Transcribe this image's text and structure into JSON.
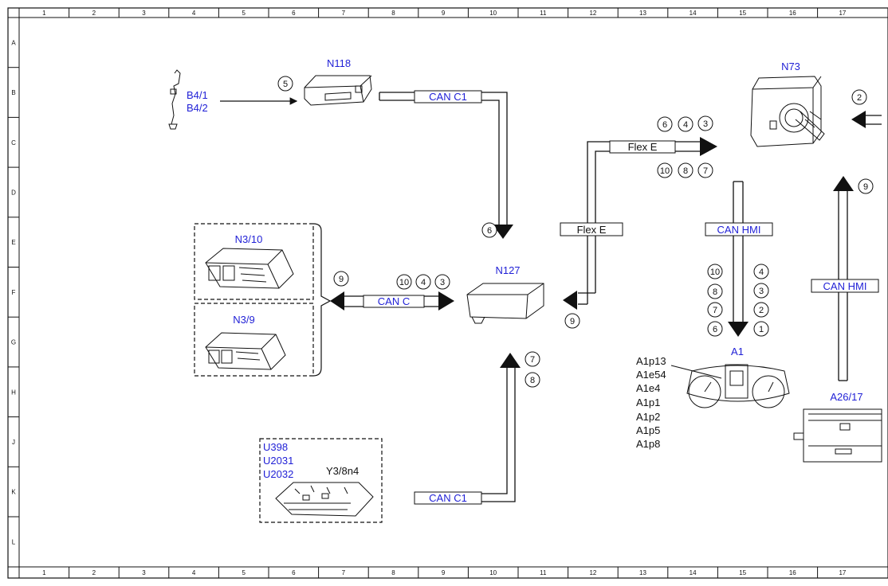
{
  "frame": {
    "columns": [
      "1",
      "2",
      "3",
      "4",
      "5",
      "6",
      "7",
      "8",
      "9",
      "10",
      "11",
      "12",
      "13",
      "14",
      "15",
      "16",
      "17"
    ],
    "rows": [
      "A",
      "B",
      "C",
      "D",
      "E",
      "F",
      "G",
      "H",
      "J",
      "K",
      "L"
    ]
  },
  "components": {
    "n118": "N118",
    "n73": "N73",
    "n127": "N127",
    "n3_10": "N3/10",
    "n3_9": "N3/9",
    "a1": "A1",
    "a26_17": "A26/17",
    "b4_1": "B4/1",
    "b4_2": "B4/2",
    "y3_8n4": "Y3/8n4",
    "u398": "U398",
    "u2031": "U2031",
    "u2032": "U2032"
  },
  "buses": {
    "can_c1_top": "CAN C1",
    "can_c1_bottom": "CAN C1",
    "flex_e_top": "Flex E",
    "flex_e_mid": "Flex E",
    "can_hmi_mid": "CAN HMI",
    "can_hmi_right": "CAN HMI",
    "can_c": "CAN C"
  },
  "a1_parts": [
    "A1p13",
    "A1e54",
    "A1e4",
    "A1p1",
    "A1p2",
    "A1p5",
    "A1p8"
  ],
  "callouts": {
    "b4_to_n118": "5",
    "can_c1_end": "6",
    "n73_right": "2",
    "flex_top_row1": [
      "6",
      "4",
      "3"
    ],
    "flex_top_row2": [
      "10",
      "8",
      "7"
    ],
    "can_hmi_right": "9",
    "can_c_left": "9",
    "can_c_row": [
      "10",
      "4",
      "3"
    ],
    "flex_e_end": "9",
    "can_c1_bottom": [
      "7",
      "8"
    ],
    "hmi_left_col": [
      "10",
      "8",
      "7",
      "6"
    ],
    "hmi_right_col": [
      "4",
      "3",
      "2",
      "1"
    ]
  }
}
